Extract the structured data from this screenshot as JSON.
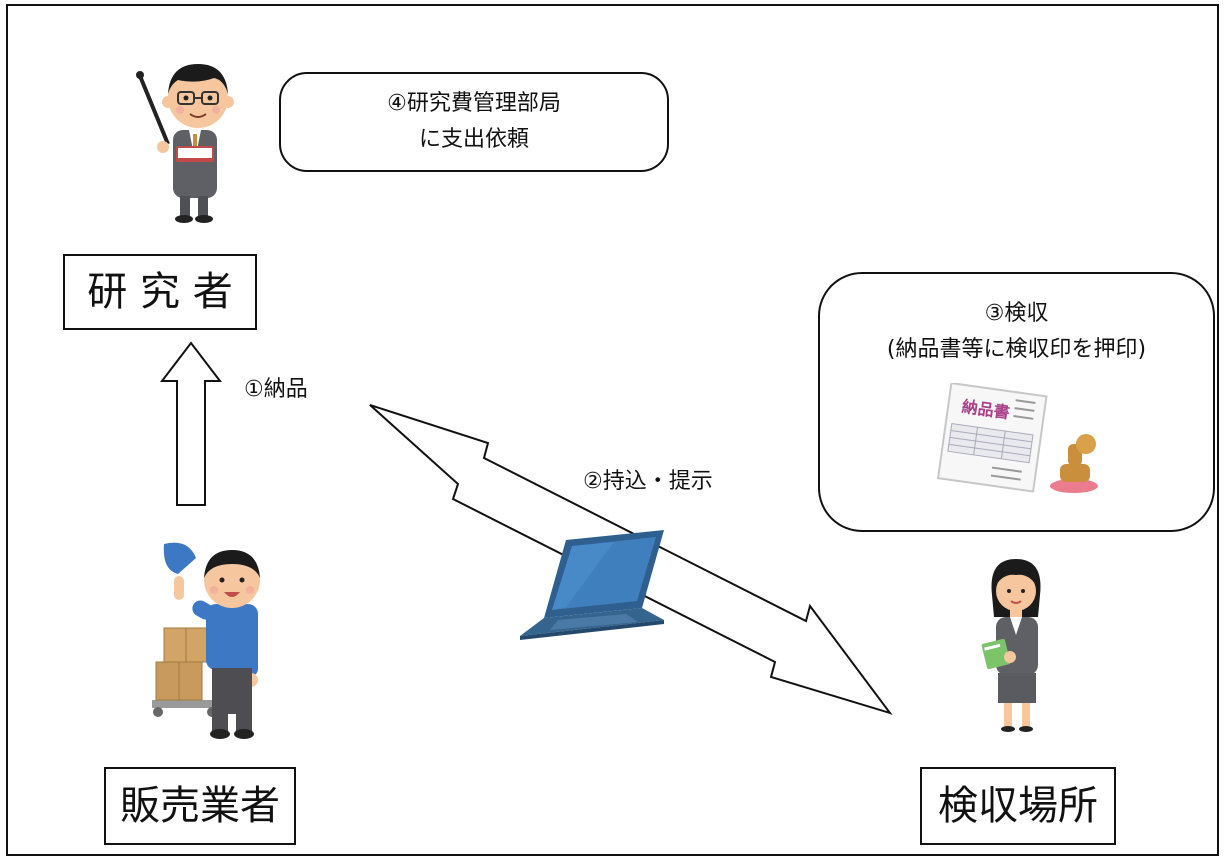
{
  "nodes": {
    "researcher": "研 究 者",
    "vendor": "販売業者",
    "inspection": "検収場所"
  },
  "steps": {
    "delivery": "①納品",
    "bring": "②持込・提示",
    "inspect_title": "③検収",
    "inspect_detail": "(納品書等に検収印を押印)",
    "request_line1": "④研究費管理部局",
    "request_line2": "に支出依頼"
  },
  "document_icon_text": "納品書",
  "colors": {
    "border": "#111111",
    "laptop": "#2f5f8e",
    "vendor_shirt": "#3d78c4",
    "suit": "#5f6065",
    "box": "#c89a5c",
    "stamp_ink": "#e8657a",
    "stamp_handle": "#c98f3c",
    "document_title": "#a9418a"
  },
  "icons": [
    "researcher-teacher-icon",
    "vendor-worker-icon",
    "inspector-woman-icon",
    "laptop-icon",
    "invoice-document-icon",
    "stamp-icon"
  ]
}
